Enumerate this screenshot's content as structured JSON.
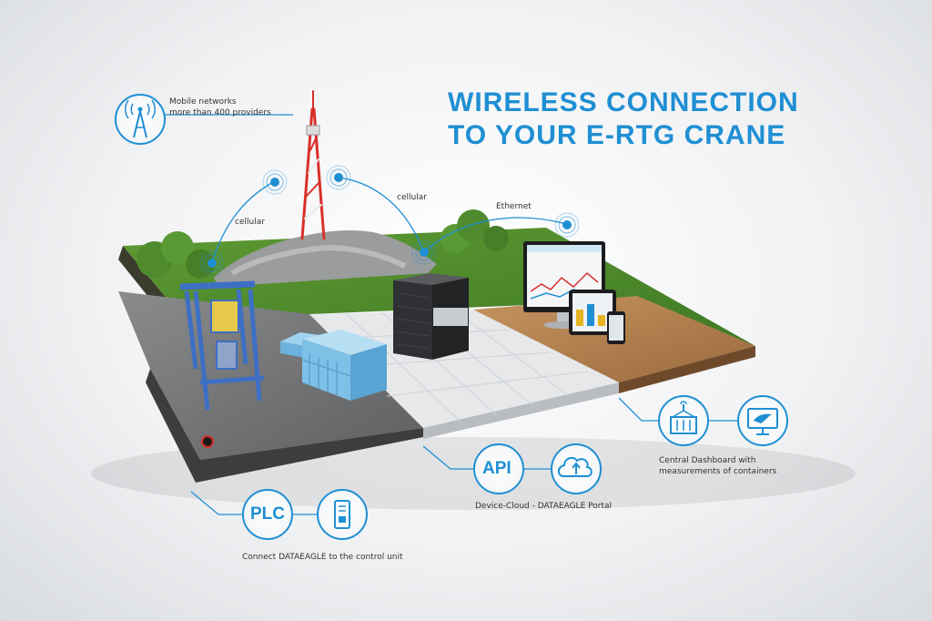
{
  "title": {
    "line1": "WIRELESS CONNECTION",
    "line2": "TO YOUR E-RTG CRANE"
  },
  "mobile": {
    "line1": "Mobile networks",
    "line2": "more than 400 providers",
    "icon": "cell-tower-icon"
  },
  "links": {
    "cellular_left": "cellular",
    "cellular_right": "cellular",
    "ethernet": "Ethernet"
  },
  "plc": {
    "badge": "PLC",
    "caption": "Connect DATAEAGLE to the control unit",
    "icon": "plc-module-icon"
  },
  "api": {
    "badge": "API",
    "caption": "Device-Cloud - DATAEAGLE Portal",
    "icon": "cloud-upload-icon"
  },
  "dashboard": {
    "line1": "Central Dashboard with",
    "line2": "measurements of containers",
    "icons": [
      "container-crane-icon",
      "monitor-eagle-icon"
    ]
  },
  "colors": {
    "accent": "#1f8fd3",
    "text": "#333333",
    "asphalt": "#6f7072",
    "tile": "#e6e8ea",
    "wood": "#b07c4a",
    "grass": "#4d8a2c",
    "crane": "#3d6fc4",
    "tower_red": "#d9302a"
  }
}
